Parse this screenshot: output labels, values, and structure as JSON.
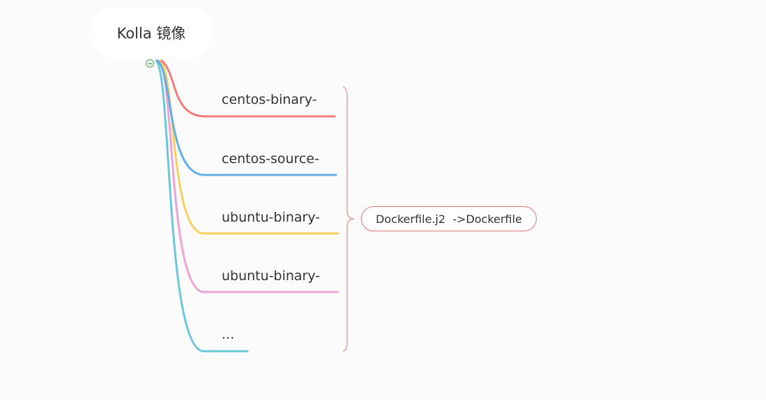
{
  "root": {
    "label": "Kolla 镜像"
  },
  "branches": [
    {
      "label": "centos-binary-",
      "color": "#f47b7b"
    },
    {
      "label": "centos-source-",
      "color": "#5fb0e6"
    },
    {
      "label": "ubuntu-binary-",
      "color": "#fbcf5e"
    },
    {
      "label": "ubuntu-binary-",
      "color": "#eba3d9"
    },
    {
      "label": "...",
      "color": "#6ac8dd"
    }
  ],
  "summary": {
    "label": "Dockerfile.j2  ->Dockerfile",
    "border_color": "#e8727a"
  }
}
